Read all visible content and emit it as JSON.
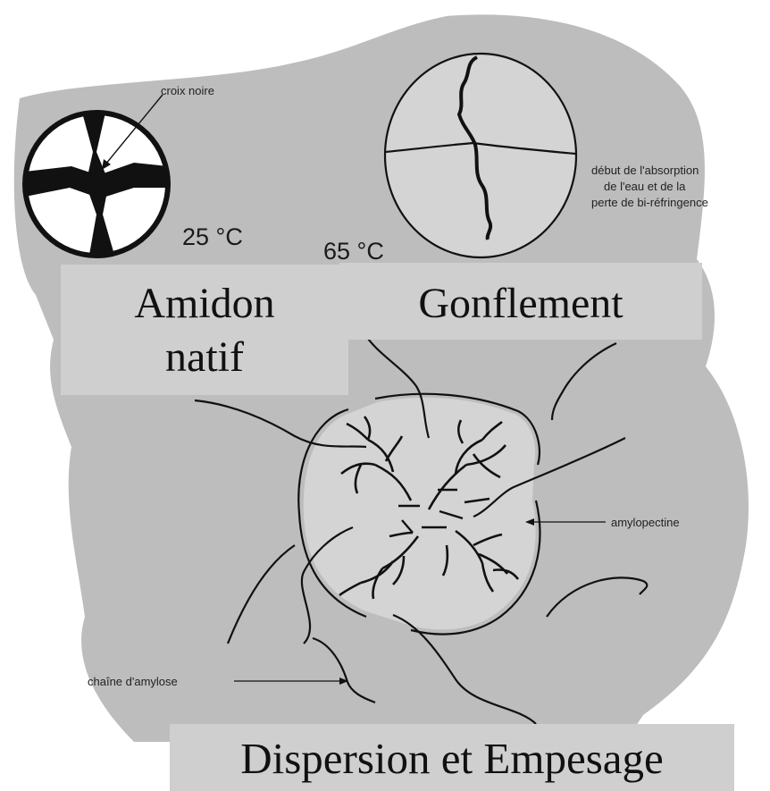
{
  "labels": {
    "croix_noire": "croix noire",
    "absorption_line1": "début de l'absorption",
    "absorption_line2": "de l'eau et de la",
    "absorption_line3": "perte de bi-réfringence",
    "temp_native": "25 °C",
    "temp_swelling": "65 °C",
    "amylopectine": "amylopectine",
    "chaine_amylose": "chaîne d'amylose"
  },
  "titles": {
    "amidon_line1": "Amidon",
    "amidon_line2": "natif",
    "gonflement": "Gonflement",
    "dispersion": "Dispersion et Empesage"
  },
  "colors": {
    "background_blob": "#bdbdbd",
    "title_band": "#cfcfcf",
    "granule_fill": "#d4d4d4",
    "ink": "#111111"
  }
}
